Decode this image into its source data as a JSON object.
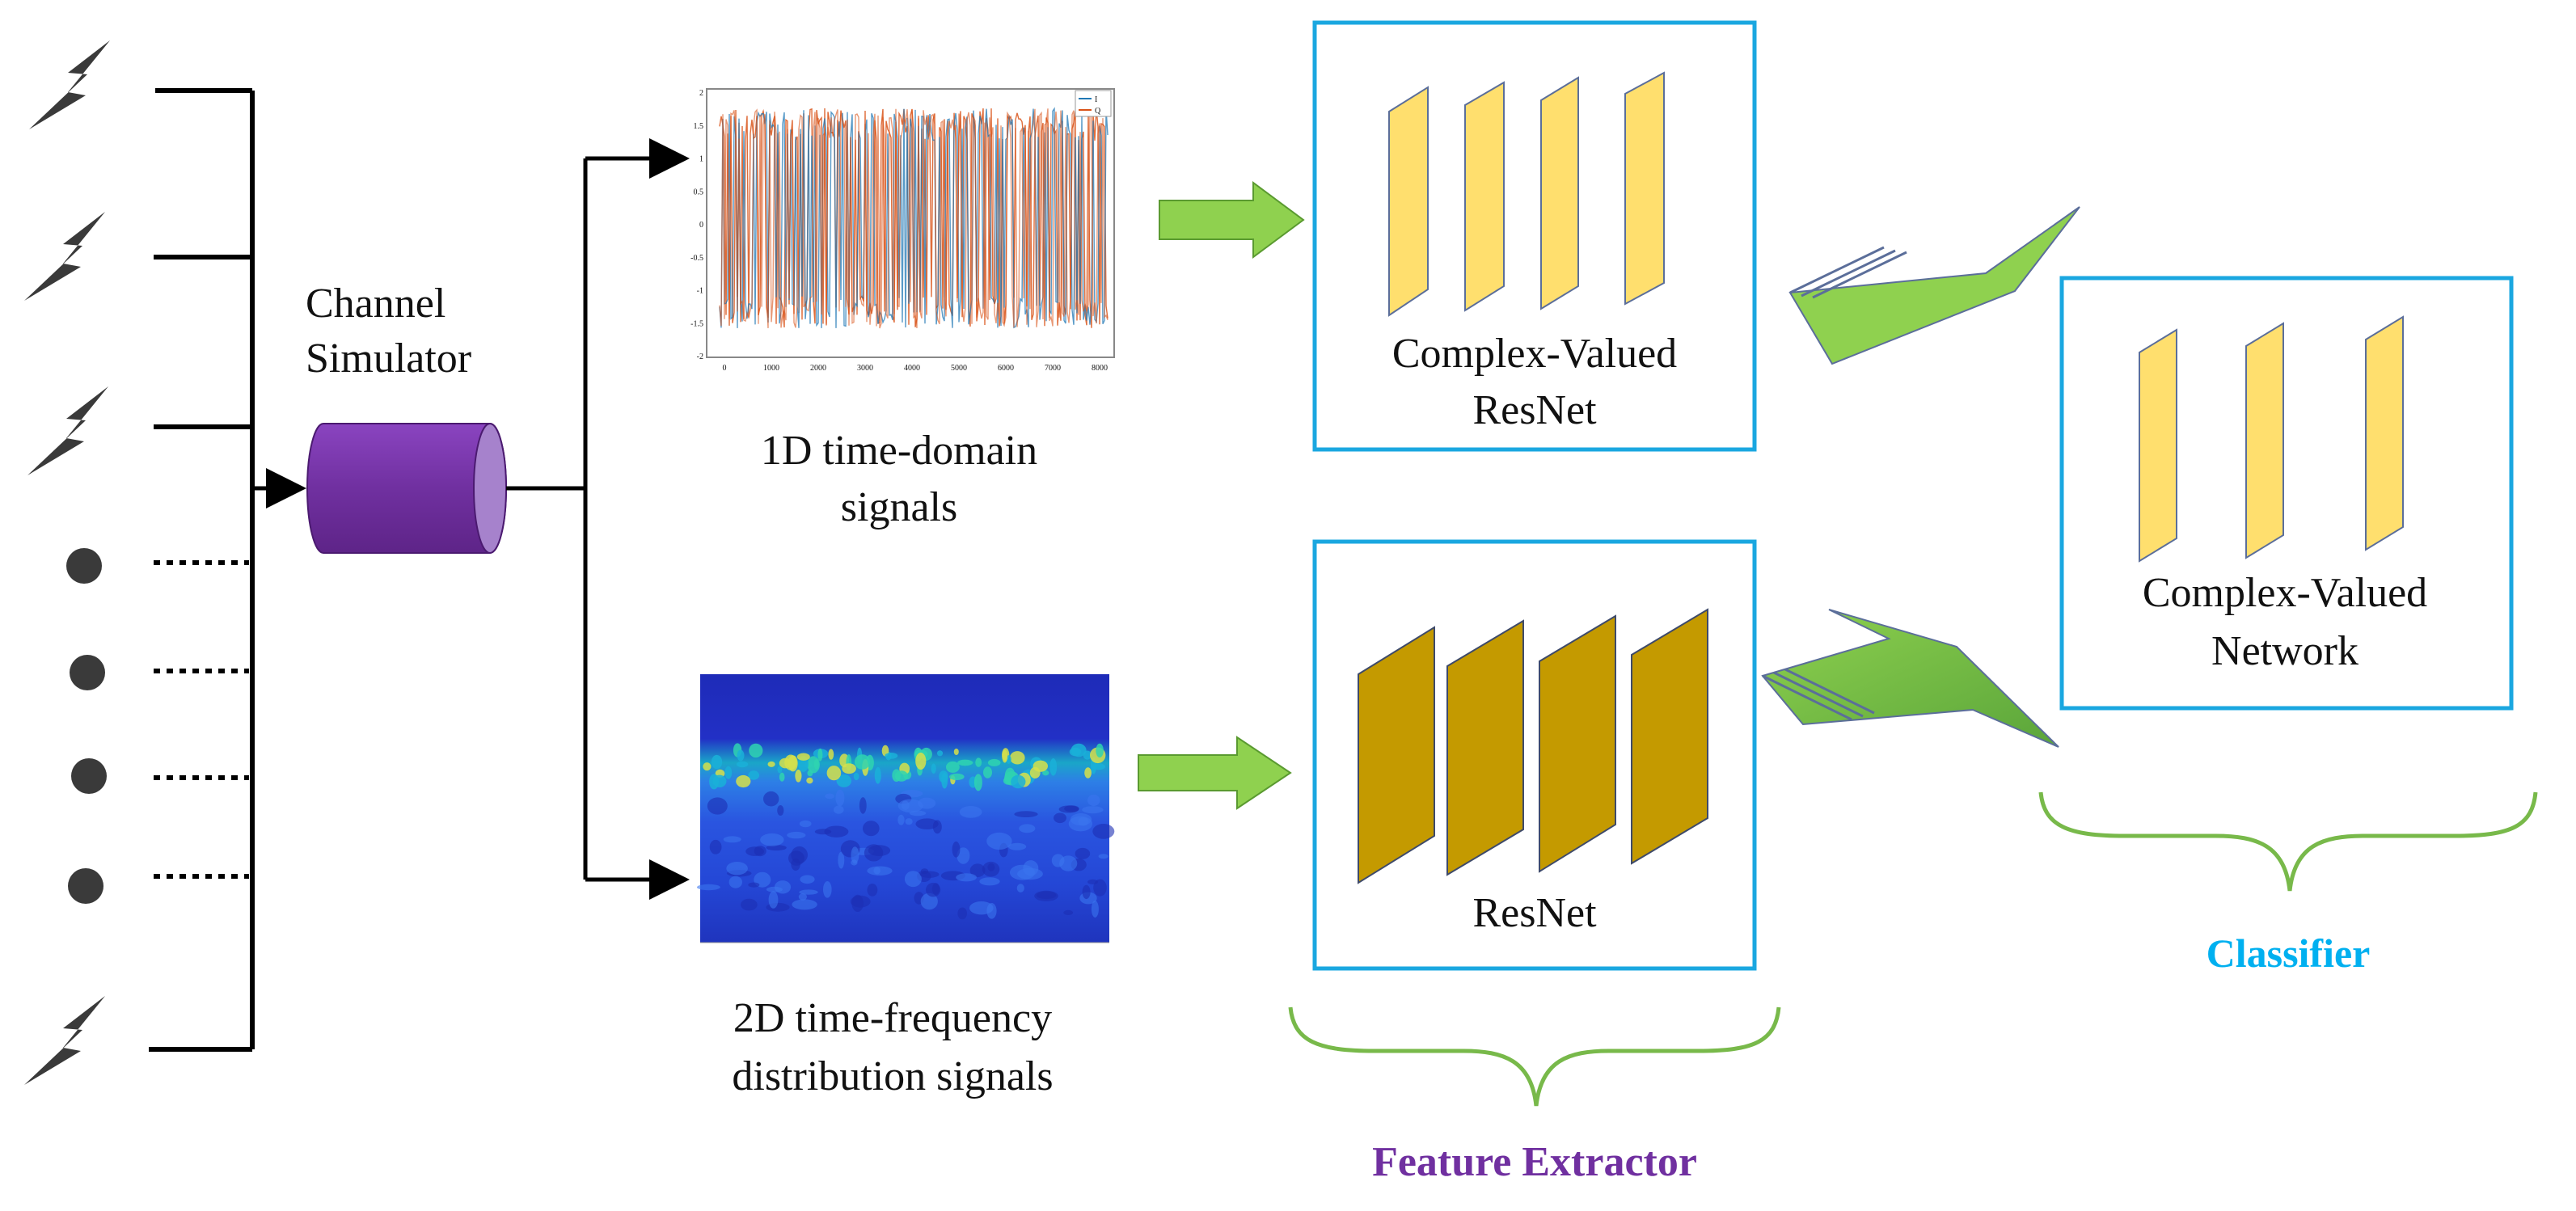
{
  "labels": {
    "channel_simulator_line1": "Channel",
    "channel_simulator_line2": "Simulator",
    "time_domain_line1": "1D time-domain",
    "time_domain_line2": "signals",
    "tf_line1": "2D time-frequency",
    "tf_line2": "distribution  signals",
    "cv_resnet_line1": "Complex-Valued",
    "cv_resnet_line2": "ResNet",
    "resnet": "ResNet",
    "cv_network_line1": "Complex-Valued",
    "cv_network_line2": "Network",
    "feature_extractor": "Feature Extractor",
    "classifier": "Classifier"
  },
  "colors": {
    "box_border": "#1aa7e0",
    "yellow_layer": "#ffdf6e",
    "gold_layer": "#c49a00",
    "arrow_green": "#8fd14f",
    "arrow_green_dark": "#6cb33e",
    "brace_green": "#78b94a",
    "cylinder_purple": "#7030a0",
    "feature_extractor_text": "#7030a0",
    "classifier_text": "#00b0f0",
    "lightning": "#3a3a3a"
  },
  "icons": {
    "transmitter": "lightning-bolt-icon",
    "channel": "cylinder-icon"
  },
  "time_domain_plot": {
    "y_ticks": [
      "2",
      "1.5",
      "1",
      "0.5",
      "0",
      "-0.5",
      "-1",
      "-1.5",
      "-2"
    ],
    "x_ticks": [
      "0",
      "1000",
      "2000",
      "3000",
      "4000",
      "5000",
      "6000",
      "7000",
      "8000"
    ],
    "legend": [
      "I",
      "Q"
    ]
  }
}
